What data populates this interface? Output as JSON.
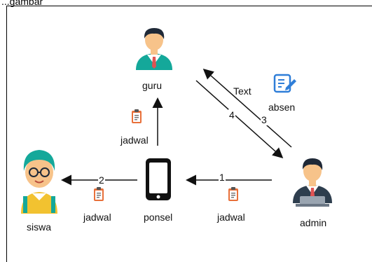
{
  "top_text": "...gambar",
  "nodes": {
    "guru": "guru",
    "siswa": "siswa",
    "ponsel": "ponsel",
    "admin": "admin"
  },
  "edge_labels": {
    "e1": "1",
    "e2": "2",
    "e3": "3",
    "e4": "4",
    "text": "Text"
  },
  "doc_labels": {
    "jadwal_up": "jadwal",
    "jadwal_left": "jadwal",
    "jadwal_right": "jadwal",
    "absen": "absen"
  },
  "colors": {
    "line": "#111111",
    "skin": "#F7C38A",
    "hair": "#1F2937",
    "teal": "#14A89A",
    "doc_orange": "#E8703A",
    "doc_icon_blue": "#2F7ED8"
  }
}
